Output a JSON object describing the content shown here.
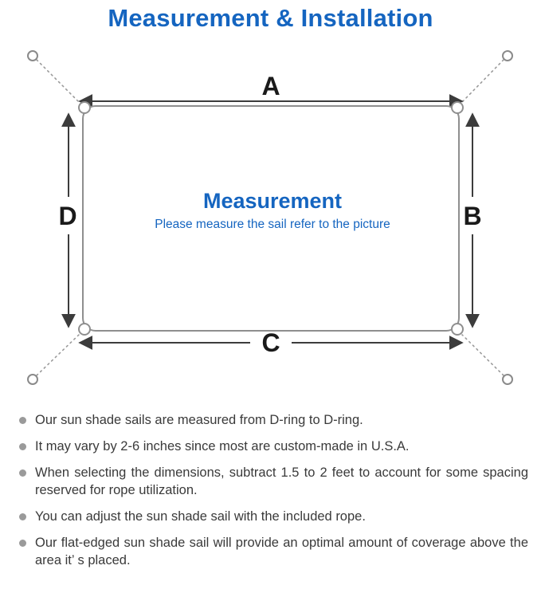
{
  "title": "Measurement & Installation",
  "diagram": {
    "labels": {
      "a": "A",
      "b": "B",
      "c": "C",
      "d": "D"
    },
    "center_title": "Measurement",
    "center_subtitle": "Please measure the sail refer to the picture"
  },
  "notes": [
    "Our sun shade sails are measured from D-ring to D-ring.",
    "It may vary by 2-6 inches since most are custom-made in U.S.A.",
    "When selecting the dimensions, subtract 1.5 to 2 feet to account for some spacing reserved for rope utilization.",
    "You can adjust the sun shade sail with the included rope.",
    "Our flat-edged sun shade sail will provide an optimal amount of coverage above the area it’ s placed."
  ],
  "colors": {
    "accent_blue": "#1565c0",
    "text_dark": "#3a3a3a",
    "line_gray": "#8f8f8f"
  }
}
